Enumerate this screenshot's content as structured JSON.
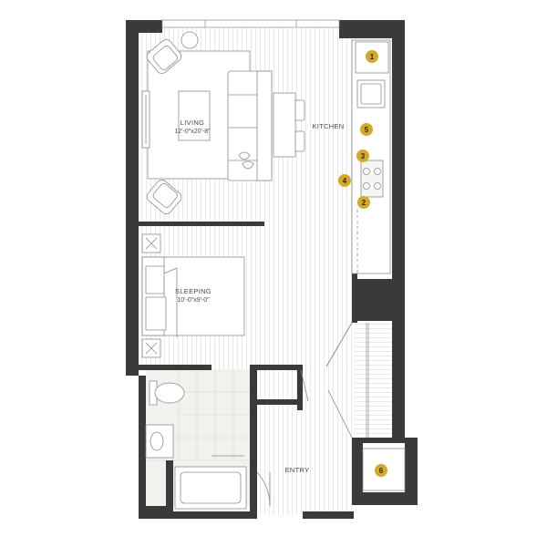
{
  "colors": {
    "wall": "#3a3a3a",
    "floor_line": "#e6e6e6",
    "bath_tile": "#f1f0ec",
    "furniture_stroke": "#8c8c8c",
    "badge": "#d4a92a"
  },
  "rooms": {
    "living": {
      "name": "LIVING",
      "dims": "12'-0\"x20'-8\""
    },
    "sleeping": {
      "name": "SLEEPING",
      "dims": "10'-0\"x9'-0\""
    },
    "kitchen": {
      "name": "KITCHEN"
    },
    "entry": {
      "name": "ENTRY"
    }
  },
  "badges": [
    "1",
    "2",
    "3",
    "4",
    "5",
    "6"
  ]
}
